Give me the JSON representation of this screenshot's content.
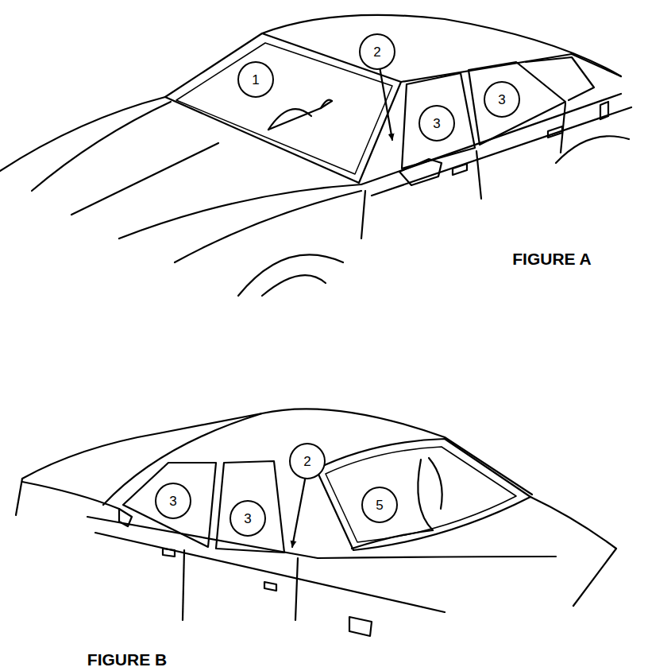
{
  "diagram": {
    "labels": [
      "1",
      "2",
      "3",
      "3",
      "FIGURE A",
      "3",
      "3",
      "2",
      "5",
      "FIGURE B"
    ]
  }
}
